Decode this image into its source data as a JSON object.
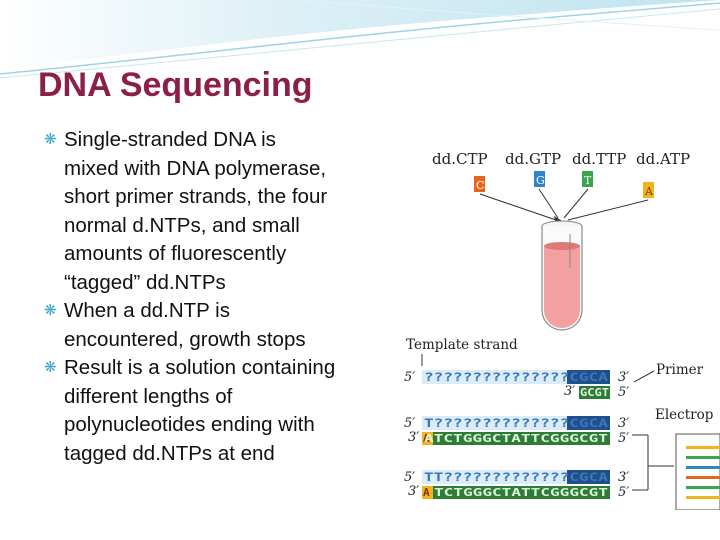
{
  "slide": {
    "title": "DNA Sequencing",
    "bullets": [
      {
        "lines": [
          "Single-stranded DNA is",
          "mixed with DNA polymerase,",
          "short primer strands, the four",
          "normal d.NTPs, and small",
          "amounts of fluorescently",
          "“tagged” dd.NTPs"
        ]
      },
      {
        "lines": [
          "When a dd.NTP is",
          "encountered, growth stops"
        ]
      },
      {
        "lines": [
          "Result is a solution containing",
          "different lengths of",
          "polynucleotides ending with",
          "tagged dd.NTPs at end"
        ]
      }
    ]
  },
  "figure": {
    "ddntp_labels": [
      "dd.CTP",
      "dd.GTP",
      "dd.TTP",
      "dd.ATP"
    ],
    "base_tags": [
      {
        "letter": "C",
        "color": "#e8641e"
      },
      {
        "letter": "G",
        "color": "#2e86c8"
      },
      {
        "letter": "T",
        "color": "#3aa64a"
      },
      {
        "letter": "A",
        "color": "#f2b31e"
      }
    ],
    "template_strand_label": "Template strand",
    "primer_label": "Primer",
    "electrophoresis_label": "Electrop",
    "strand_ends": {
      "five": "5′",
      "three": "3′"
    },
    "template_seq": "???????????????CGCA",
    "primer_seq": "GCGT",
    "row2_template": "T??????????????CGCA",
    "row2_lower": "ATCTGGGCTATTCGGGCGT",
    "row2_tag": "A",
    "row3_template": "TT?????????????CGCA",
    "row3_lower": "TCTGGGCTATTCGGGCGT",
    "row3_tag": "A"
  }
}
